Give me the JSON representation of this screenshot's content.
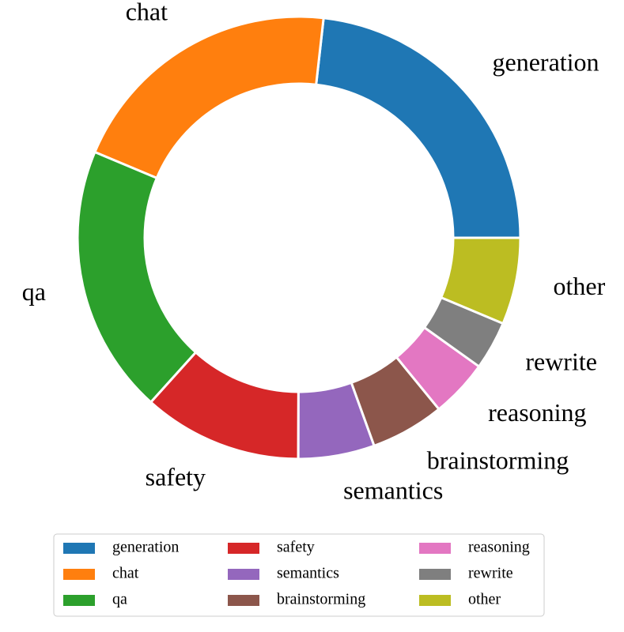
{
  "chart_data": {
    "type": "pie",
    "donut": true,
    "start_angle_deg": 0,
    "direction": "counterclockwise",
    "categories": [
      "generation",
      "chat",
      "qa",
      "safety",
      "semantics",
      "brainstorming",
      "reasoning",
      "rewrite",
      "other"
    ],
    "values": [
      24.2,
      21.3,
      20.5,
      12.1,
      5.8,
      5.6,
      4.4,
      3.7,
      6.6
    ],
    "colors": [
      "#1f77b4",
      "#ff7f0e",
      "#2ca02c",
      "#d62728",
      "#9467bd",
      "#8c564b",
      "#e377c2",
      "#7f7f7f",
      "#bcbd22"
    ],
    "legend": {
      "placement": "bottom-center",
      "columns": 3,
      "entries": [
        "generation",
        "chat",
        "qa",
        "safety",
        "semantics",
        "brainstorming",
        "reasoning",
        "rewrite",
        "other"
      ]
    }
  }
}
